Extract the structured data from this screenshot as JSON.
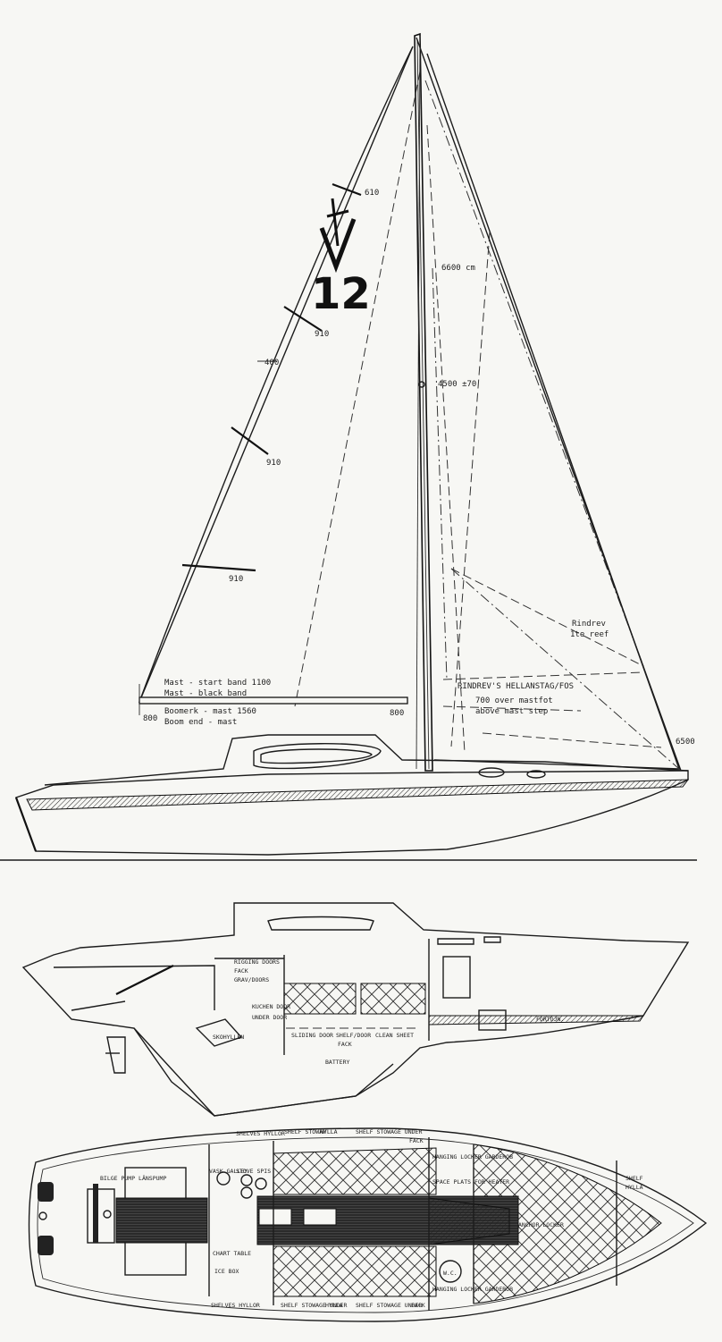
{
  "sail_plan": {
    "sail_number": "12",
    "class_letter": "V",
    "batten_labels": [
      "610",
      "910",
      "400",
      "910",
      "910"
    ],
    "mast_notes": [
      "Mast - start band 1100",
      "Mast - black band"
    ],
    "boom_notes": [
      "Boomerk - mast 1560",
      "Boom end - mast"
    ],
    "boom_dims": [
      "800",
      "800"
    ],
    "mast_dims": [
      "6600 cm",
      "4500 ±70"
    ],
    "reef_note": [
      "Rindrev",
      "1te reef"
    ],
    "rindrev_note": "RINDREV'S HELLANSTAG/FOS",
    "above_note": [
      "700 over mastfot",
      "above mast step"
    ],
    "stem_note": "6500"
  },
  "profile": {
    "labels": [
      "RIGGING DOORS",
      "FACK",
      "GRAV/DOORS",
      "KUCHEN DOOR",
      "UNDER DOOR",
      "SLIDING DOOR",
      "SHELF/DOOR",
      "CLEAN SHEET",
      "FACK",
      "SKOHYLLEN",
      "BATTERY",
      "FÖRTÖJN."
    ]
  },
  "plan": {
    "labels": {
      "shelves_top": "SHELVES HYLLOR",
      "shelf_top_1": "SHELF STOWAW",
      "hylla_top_1": "HYLLA",
      "shelf_top_2": "SHELF STOWAGE UNDER",
      "fack_top": "FACK",
      "hanging_locker_top": "HANGING LOCKER GARDEROB",
      "space_top": "SPACE PLATS FOR HEATER",
      "bilge": "BILGE PUMP LÄNSPUMP",
      "vask": "VASK GALLEY",
      "stove": "STOVE SPIS",
      "shelves_bottom": "SHELVES HYLLOR",
      "shelf_bottom_1": "SHELF STOWAGE UNDER",
      "hylla_bottom_1": "HYLLA",
      "shelf_bottom_2": "SHELF STOWAGE UNDER",
      "fack_bottom": "FACK",
      "hanging_locker_bottom": "HANGING LOCKER GARDEROB",
      "wc": "W.C.",
      "chart": "CHART TABLE",
      "ice_box": "ICE BOX",
      "shelf_bow": "SHELF",
      "hylla_bow": "HYLLA",
      "anchor": "ANCHOR LOCKER"
    }
  }
}
